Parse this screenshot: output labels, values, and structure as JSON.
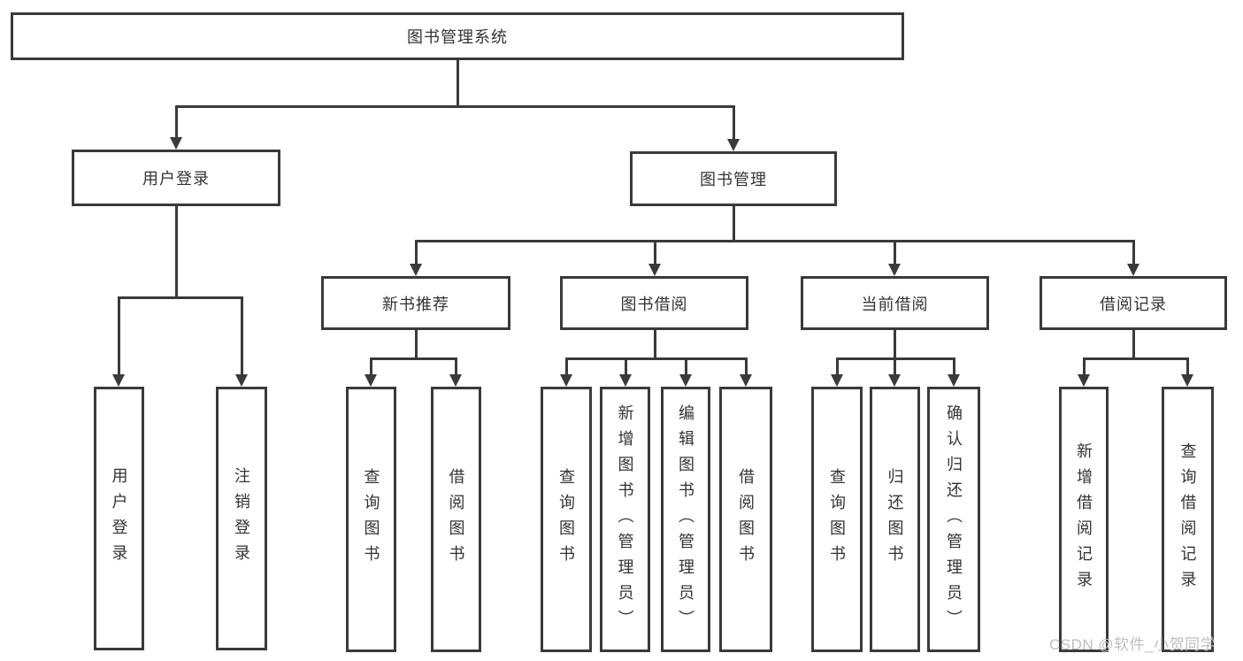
{
  "diagram": {
    "type": "hierarchy-flowchart",
    "root": {
      "label": "图书管理系统"
    },
    "branches": [
      {
        "label": "用户登录",
        "children": [
          {
            "label": "用户登录"
          },
          {
            "label": "注销登录"
          }
        ]
      },
      {
        "label": "图书管理",
        "children": [
          {
            "label": "新书推荐",
            "children": [
              {
                "label": "查询图书"
              },
              {
                "label": "借阅图书"
              }
            ]
          },
          {
            "label": "图书借阅",
            "children": [
              {
                "label": "查询图书"
              },
              {
                "label": "新增图书（管理员）"
              },
              {
                "label": "编辑图书（管理员）"
              },
              {
                "label": "借阅图书"
              }
            ]
          },
          {
            "label": "当前借阅",
            "children": [
              {
                "label": "查询图书"
              },
              {
                "label": "归还图书"
              },
              {
                "label": "确认归还（管理员）"
              }
            ]
          },
          {
            "label": "借阅记录",
            "children": [
              {
                "label": "新增借阅记录"
              },
              {
                "label": "查询借阅记录"
              }
            ]
          }
        ]
      }
    ],
    "watermark": "CSDN @软件_小贺同学",
    "icons": {
      "connector_arrow": "arrow-down"
    },
    "colors": {
      "line": "#3a3a3a",
      "text": "#333333",
      "box_background": "#ffffff",
      "page_background": "#ffffff",
      "watermark": "#bfbfbf"
    }
  }
}
